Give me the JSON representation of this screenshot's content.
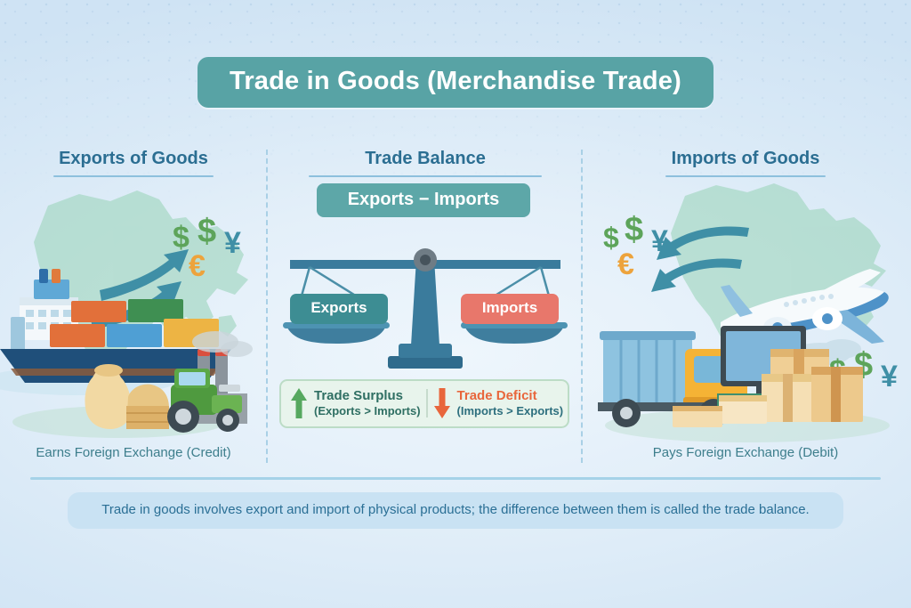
{
  "title": {
    "text": "Trade in Goods (Merchandise Trade)"
  },
  "columns": {
    "exports": {
      "heading": "Exports of Goods",
      "caption": "Earns Foreign Exchange (Credit)",
      "illustration": {
        "ship_label": "cargo-ship",
        "map_label": "india-map-silhouette",
        "tractor_label": "tractor",
        "sacks_label": "grain-sacks",
        "arrows_label": "outbound-arrows",
        "currencies": [
          "$",
          "$",
          "¥",
          "€"
        ]
      }
    },
    "balance": {
      "heading": "Trade Balance",
      "formula": "Exports − Imports",
      "scale": {
        "left_pan_label": "Exports",
        "right_pan_label": "Imports"
      },
      "surplus": {
        "title": "Trade Surplus",
        "subtitle": "(Exports > Imports)",
        "arrow": "up-arrow"
      },
      "deficit": {
        "title": "Trade Deficit",
        "subtitle": "(Imports > Exports)",
        "arrow": "down-arrow"
      }
    },
    "imports": {
      "heading": "Imports of Goods",
      "caption": "Pays Foreign Exchange (Debit)",
      "illustration": {
        "airplane_label": "airplane",
        "truck_label": "delivery-truck",
        "map_label": "india-map-silhouette",
        "monitor_label": "television-monitor",
        "boxes_label": "cardboard-boxes",
        "arrows_label": "inbound-arrows",
        "currencies_left": [
          "$",
          "$",
          "¥",
          "€"
        ],
        "currencies_right": [
          "$",
          "$",
          "¥",
          "€"
        ]
      }
    }
  },
  "footer": {
    "text": "Trade in goods involves export and import of physical products; the difference between them is called the trade balance."
  },
  "colors": {
    "background": "#dceaf7",
    "title_banner": "#58a3a5",
    "heading_text": "#2b6e92",
    "formula_pill": "#5da7a8",
    "exports_tag": "#3d8d93",
    "imports_tag": "#e8776b",
    "surplus_green": "#2f6f63",
    "deficit_orange": "#e8663c",
    "arrow_teal": "#3f8fa6",
    "footer_banner": "#c9e2f3",
    "footer_text": "#2a6f95",
    "map_green": "#9ed5bd",
    "currency_green": "#5da45a",
    "currency_teal": "#3f8fa6",
    "currency_orange": "#eda33c"
  }
}
